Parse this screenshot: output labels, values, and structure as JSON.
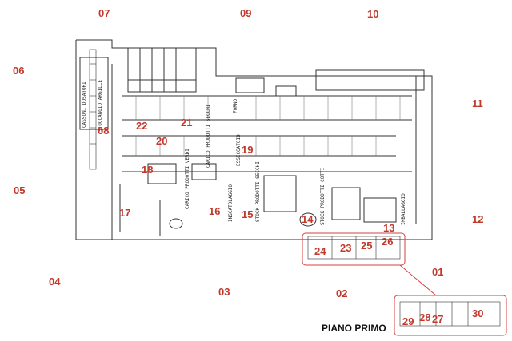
{
  "outer_labels": [
    "07",
    "09",
    "10",
    "06",
    "11",
    "05",
    "12",
    "04",
    "03",
    "02",
    "01"
  ],
  "zone_labels": [
    "08",
    "22",
    "21",
    "20",
    "19",
    "18",
    "17",
    "16",
    "15",
    "14",
    "13",
    "24",
    "23",
    "25",
    "26",
    "29",
    "28",
    "27",
    "30"
  ],
  "vertical_labels": [
    "CASSONI DOSATORI",
    "STOCCAGGIO ARGILLE",
    "FORNO",
    "ESSICCATOIO",
    "CARICO PRODOTTI SECCHI",
    "CARICO PRODOTTI VERDI",
    "STOCK PRODOTTI SECCHI",
    "STOCK PRODOTTI COTTI",
    "INSCATOLAGGIO",
    "IMBALLAGGIO"
  ],
  "footer": {
    "piano_label": "PIANO PRIMO"
  },
  "colors": {
    "accent": "#c0392b",
    "line": "#333333",
    "highlight": "#d64040"
  }
}
